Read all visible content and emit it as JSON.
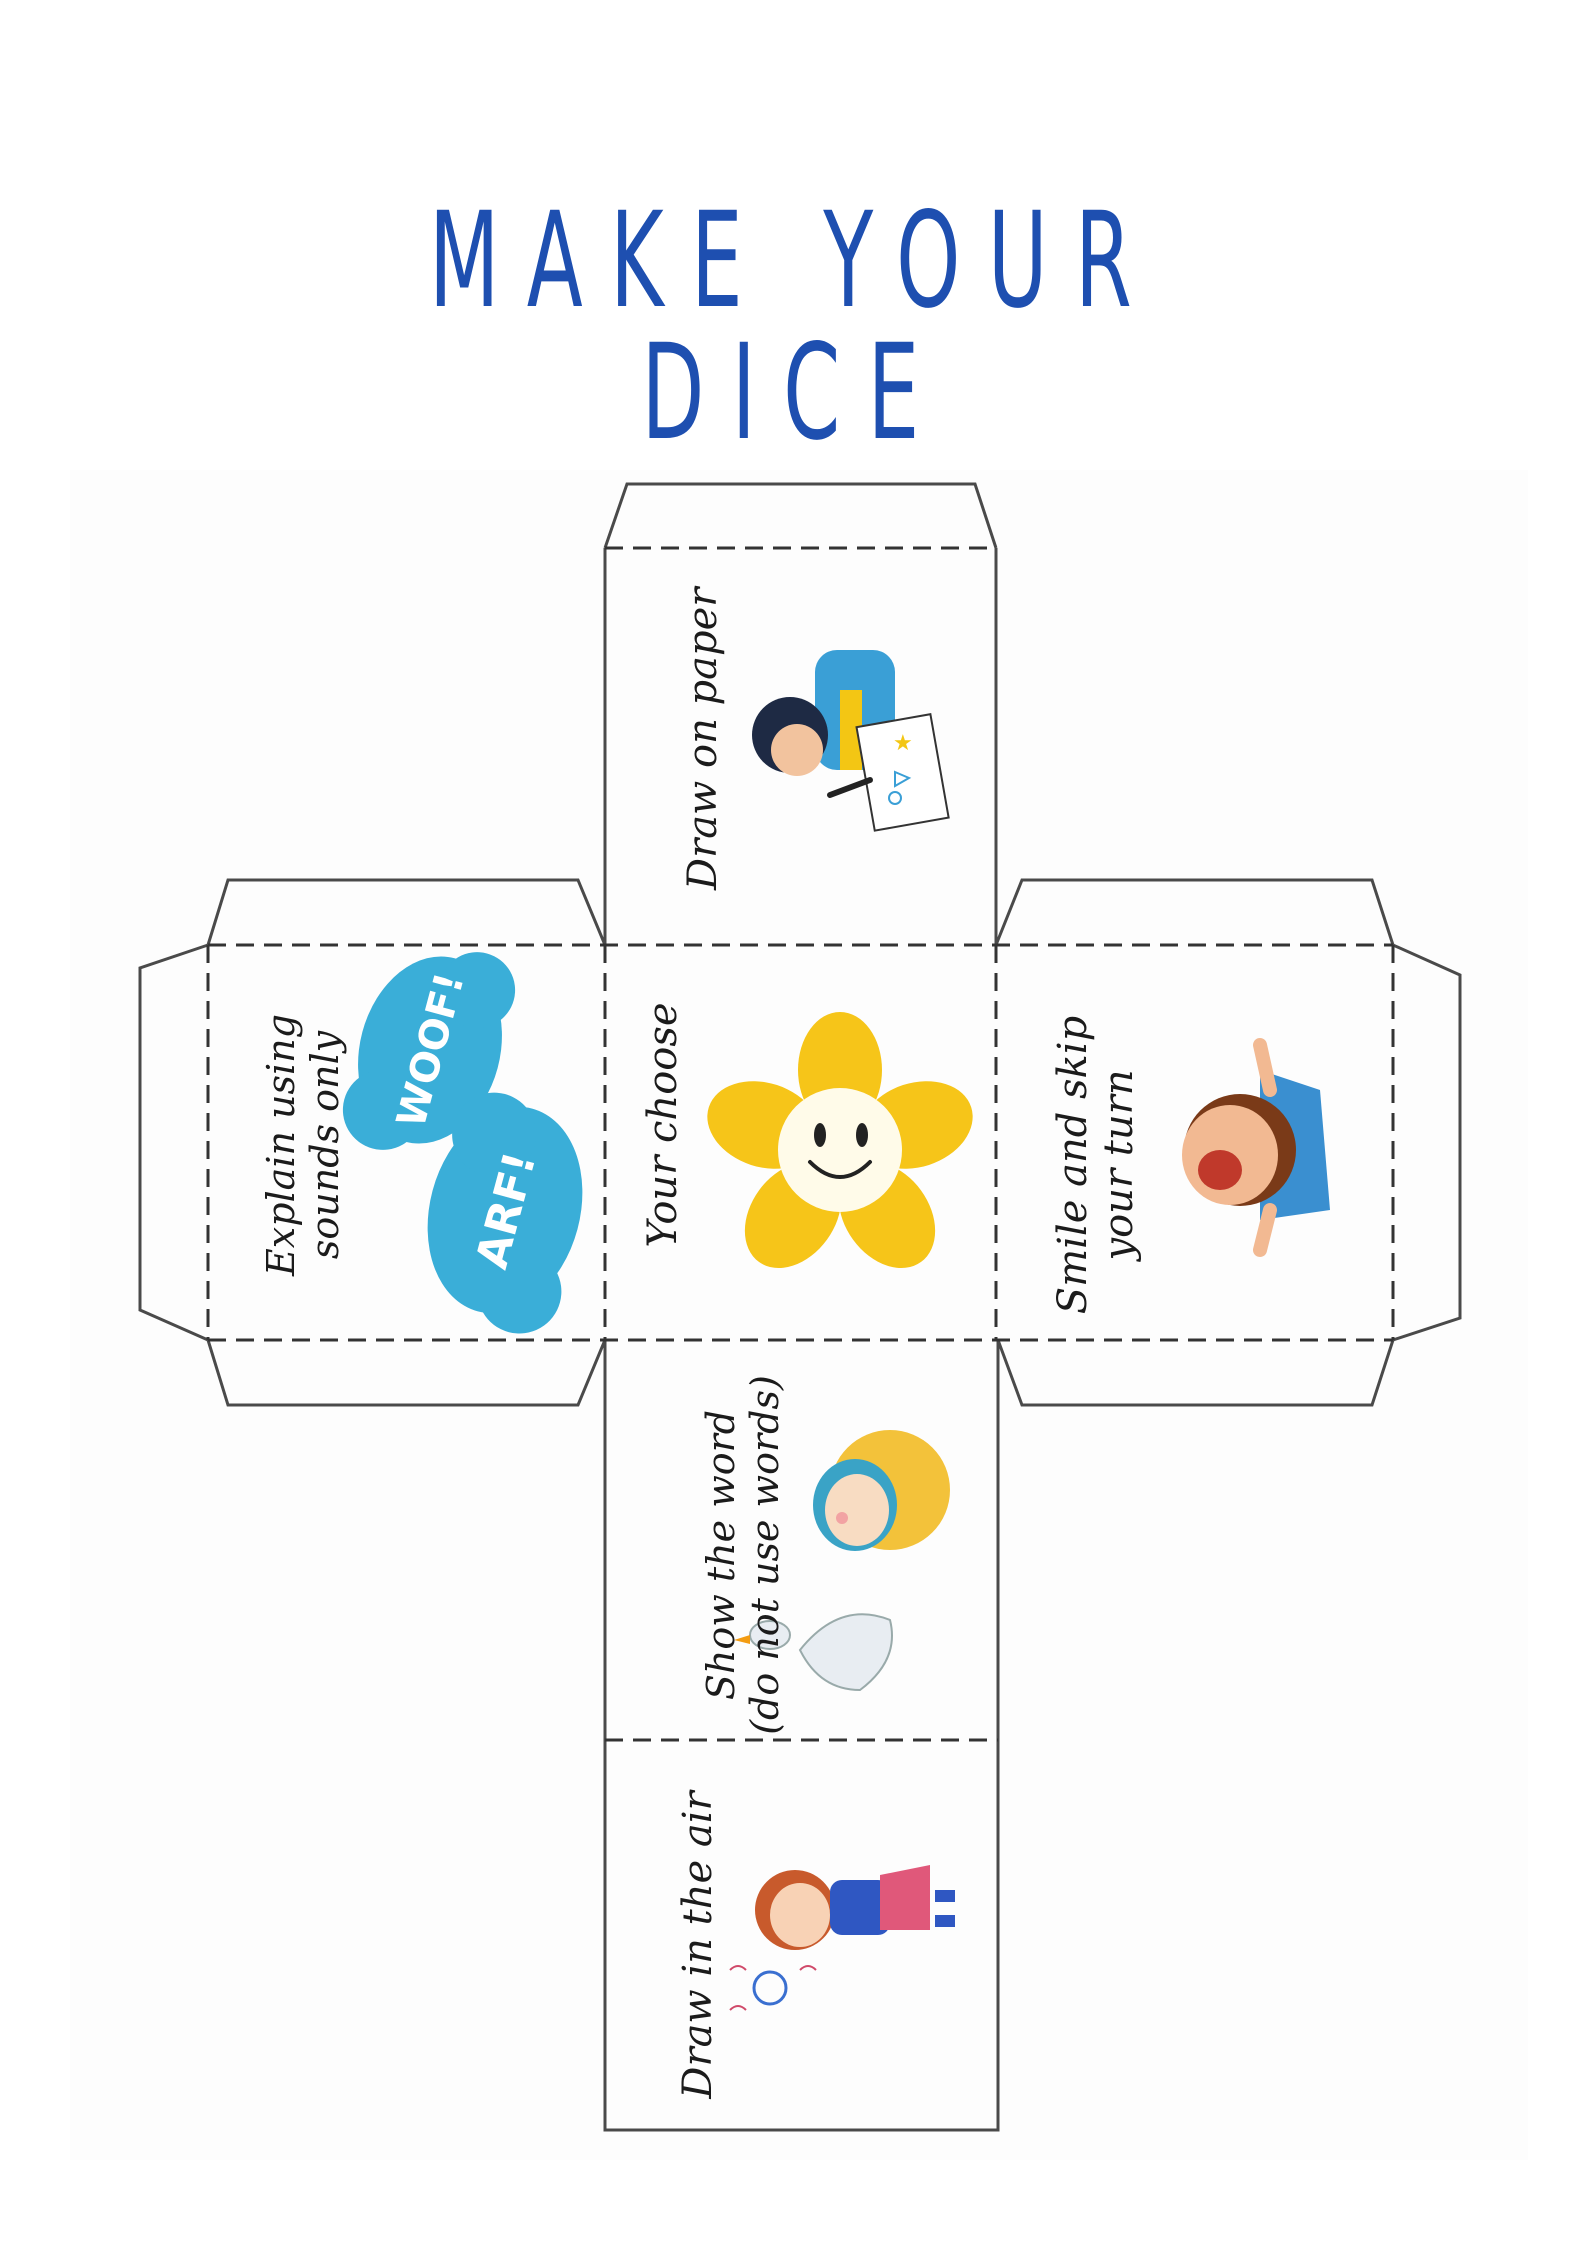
{
  "title": "MAKE YOUR DICE",
  "faces": {
    "top": "Draw on paper",
    "left_line1": "Explain using",
    "left_line2": "sounds only",
    "center": "Your choose",
    "right_line1": "Smile and skip",
    "right_line2": "your turn",
    "bottom_line1": "Show the word",
    "bottom_line2": "(do not use words)",
    "base": "Draw in the air"
  },
  "bubbles": {
    "woof": "WOOF!",
    "arf": "ARF!"
  },
  "colors": {
    "title": "#1e4fb0",
    "bubble": "#3aaed8",
    "flower": "#f6c519",
    "line": "#555555"
  }
}
